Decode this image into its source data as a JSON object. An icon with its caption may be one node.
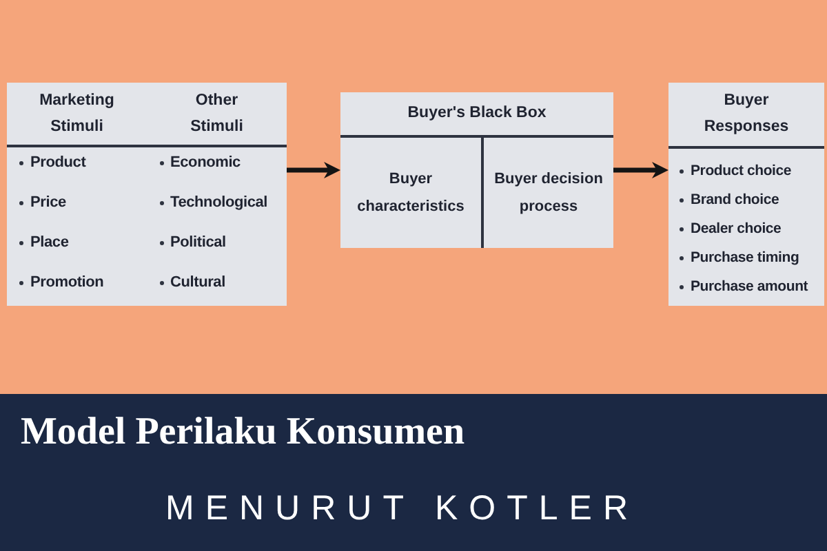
{
  "diagram": {
    "title": "Model Perilaku Konsumen",
    "nodes": [
      {
        "text": [
          "Marketing Stimuli",
          "Other Stimuli",
          "Product",
          "Price",
          "Place",
          "Promotion",
          "Economic",
          "Technological",
          "Political",
          "Cultural"
        ]
      },
      {
        "text": [
          "Buyer's Black Box"
        ]
      },
      {
        "text": [
          "Buyer characteristics"
        ],
        "in": 1
      },
      {
        "text": [
          "Buyer decision process"
        ],
        "in": 1
      },
      {
        "text": [
          "Buyer Responses",
          "Product choice",
          "Brand choice",
          "Dealer choice",
          "Purchase timing",
          "Purchase amount"
        ]
      }
    ],
    "edges": [
      {
        "from": 0,
        "to": 1,
        "arrow": "to"
      },
      {
        "from": 1,
        "to": 4,
        "arrow": "to"
      }
    ],
    "labels": [
      "MENURUT KOTLER"
    ]
  }
}
